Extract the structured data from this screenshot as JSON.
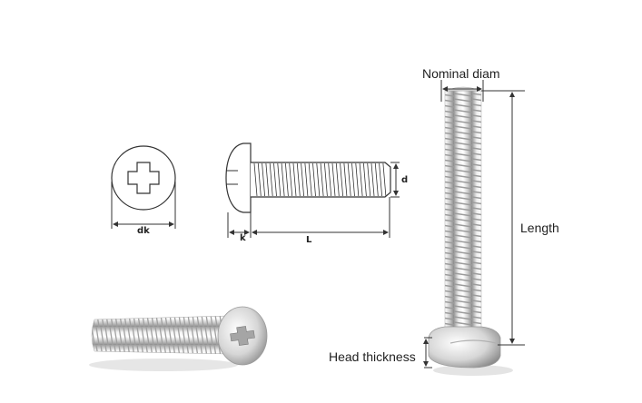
{
  "labels": {
    "dk": "dk",
    "k": "k",
    "L": "L",
    "d": "d",
    "nominal_diam": "Nominal diam",
    "length": "Length",
    "head_thickness": "Head thickness"
  },
  "icons": {
    "head_view": "phillips-cross-head-icon",
    "side_view": "pan-head-screw-side-icon",
    "photo_lying": "screw-photo-lying",
    "photo_upright": "screw-photo-upright"
  },
  "colors": {
    "line": "#333333",
    "metal_light": "#f2f2f2",
    "metal_mid": "#c8c8c8",
    "metal_dark": "#8c8c8c"
  }
}
